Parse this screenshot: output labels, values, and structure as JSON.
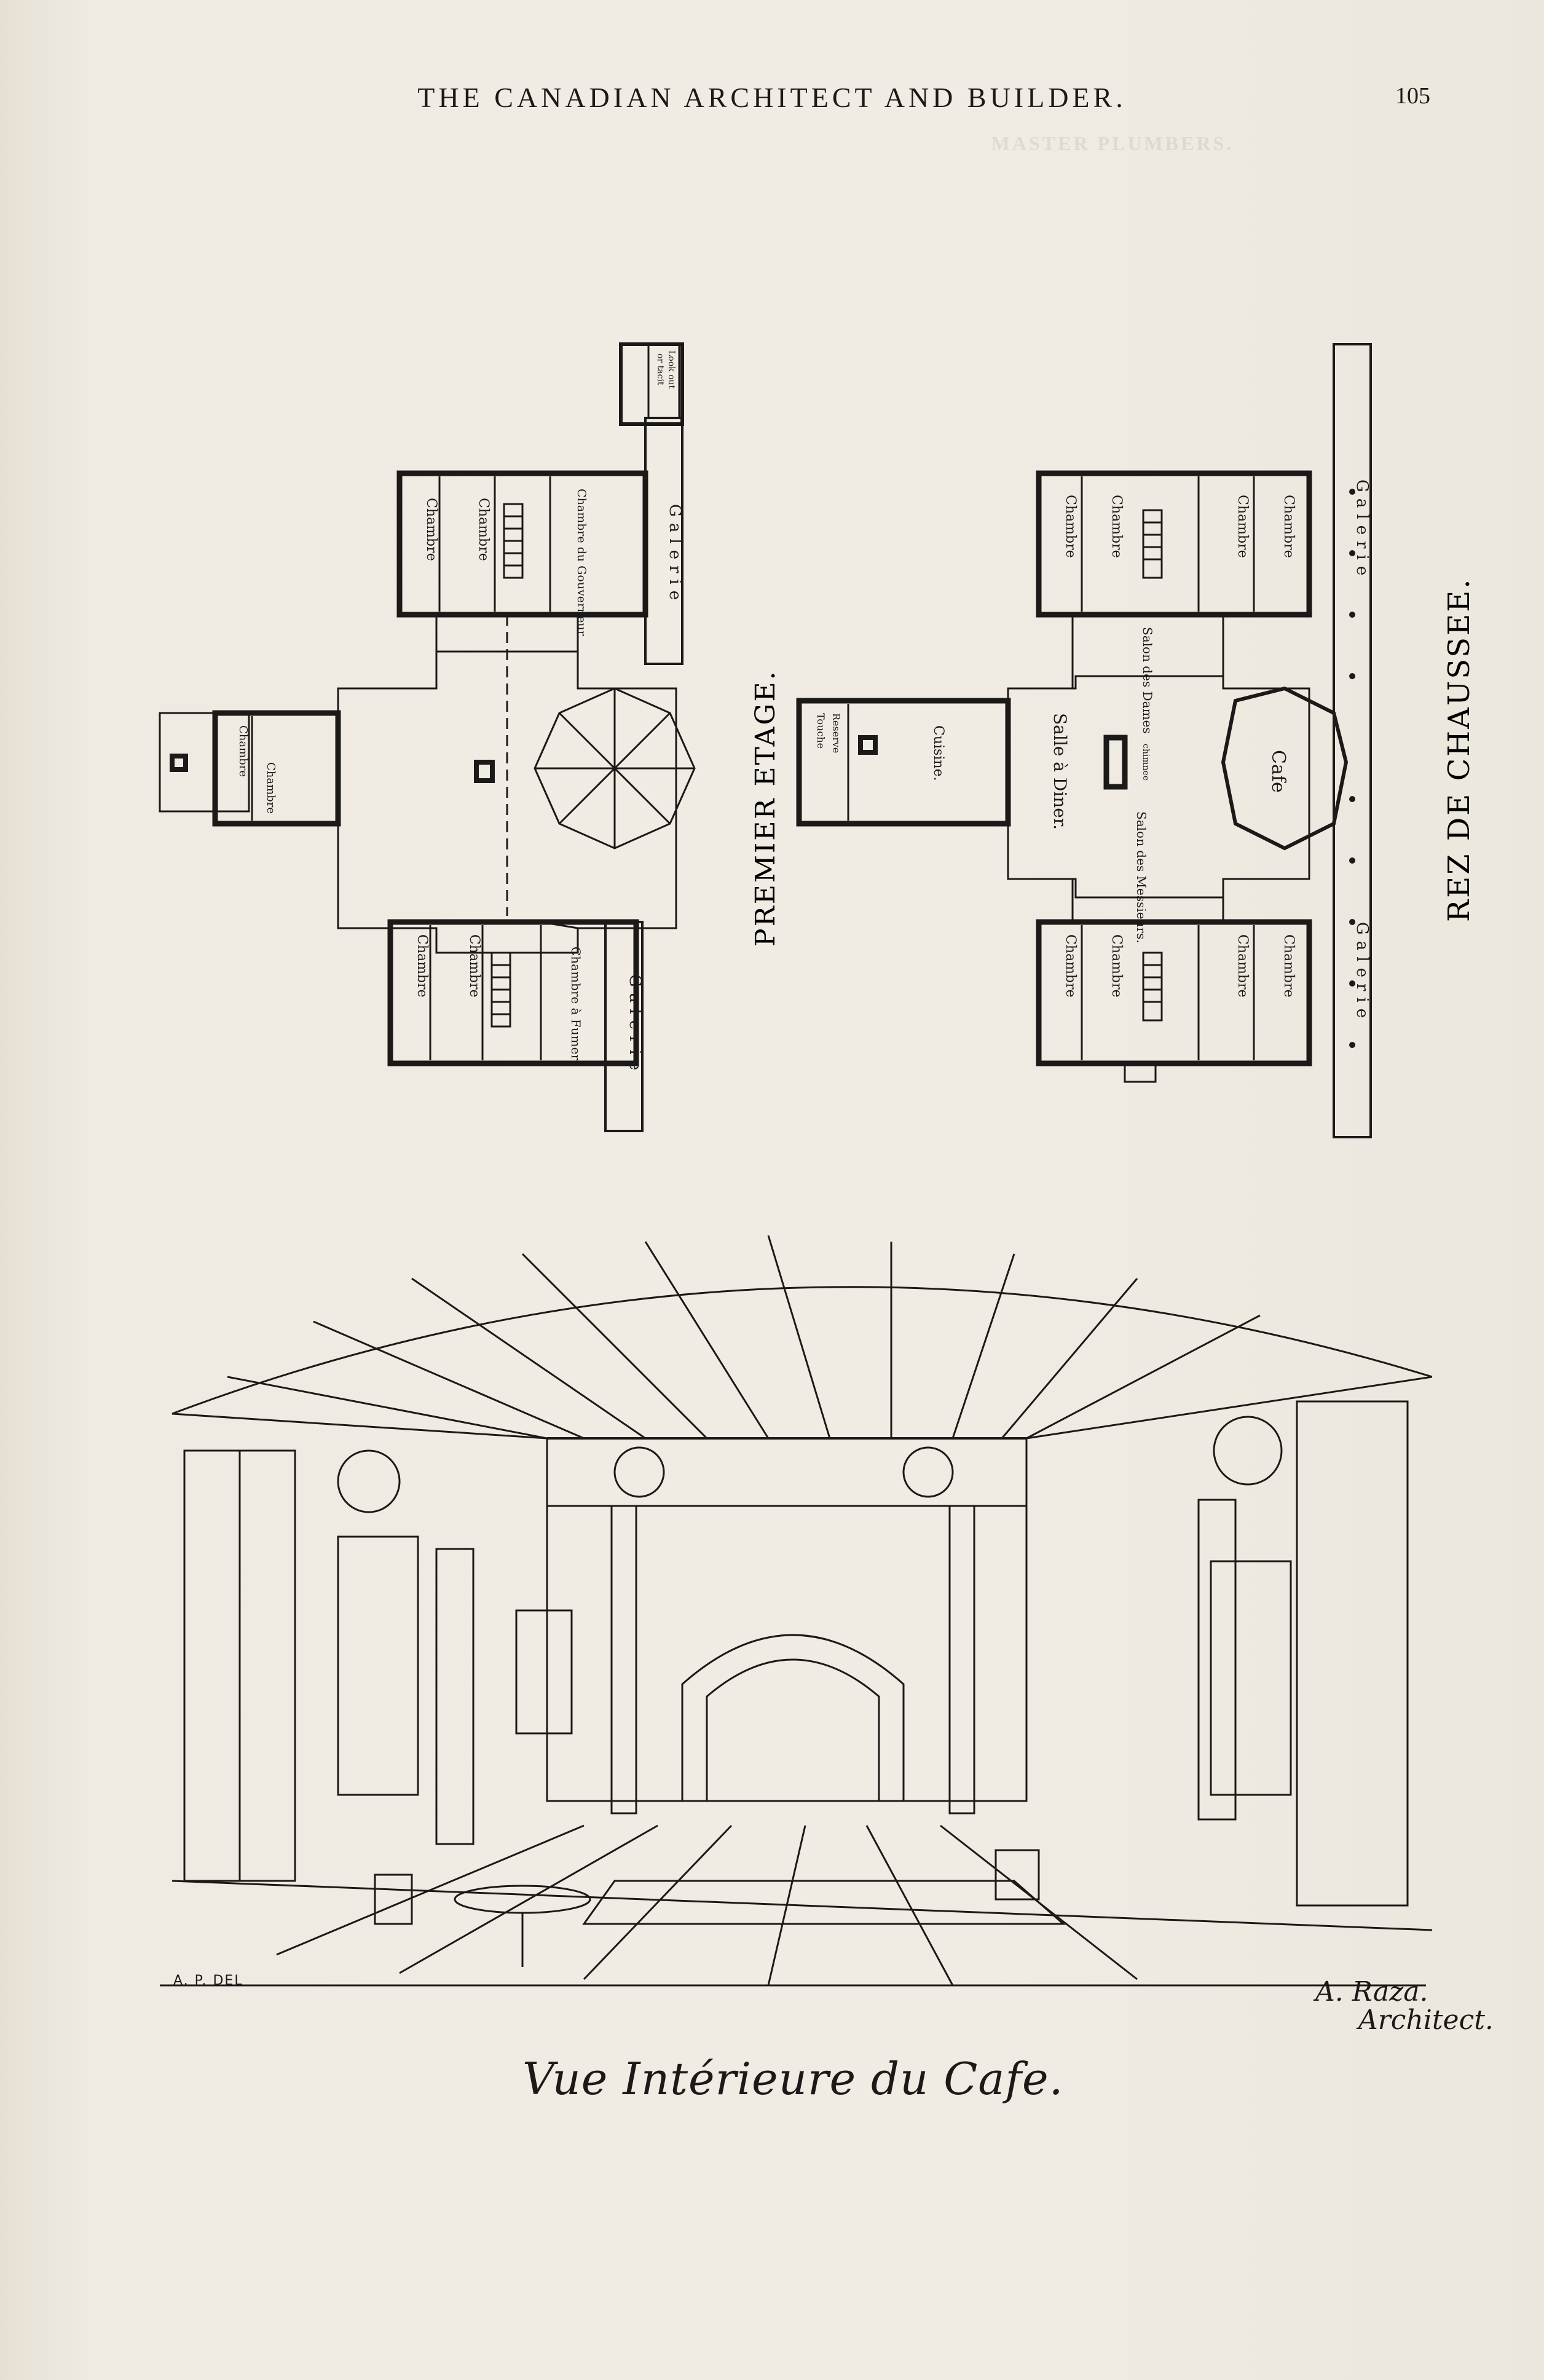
{
  "header": {
    "running_title": "THE CANADIAN ARCHITECT AND BUILDER.",
    "page_number": "105"
  },
  "plans": {
    "first_floor": {
      "title": "PREMIER ETAGE.",
      "rooms": {
        "chambre": "Chambre",
        "chambre_gouverneur": "Chambre du Gouverneur",
        "chambre_a_fumer": "Chambre à Fumer",
        "galerie": "Galerie",
        "lookout_line1": "Look out",
        "lookout_line2": "or tacit"
      }
    },
    "ground_floor": {
      "title": "REZ DE CHAUSSEE.",
      "rooms": {
        "chambre": "Chambre",
        "galerie": "Galerie",
        "salle_a_diner": "Salle à Diner.",
        "salon_des_dames": "Salon des Dames",
        "salon_des_messieurs": "Salon des Messieurs.",
        "cafe": "Cafe",
        "cuisine": "Cuisine.",
        "chimnee": "chimnee",
        "touche": "Touche",
        "reserve": "Reserve"
      }
    }
  },
  "illustration": {
    "caption": "Vue Intérieure du Cafe.",
    "artist_credit": "A. P. DEL",
    "architect_name": "A. Raza.",
    "architect_title": "Architect."
  },
  "ghost_text": {
    "heading": "MASTER PLUMBERS."
  }
}
